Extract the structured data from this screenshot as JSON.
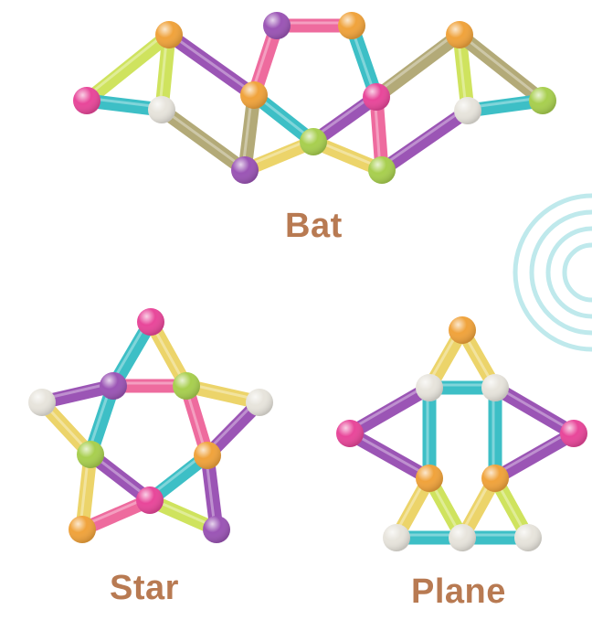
{
  "labels": {
    "bat": "Bat",
    "star": "Star",
    "plane": "Plane"
  },
  "colors": {
    "purple": "#9b55b5",
    "pink": "#ee6b9e",
    "cyan": "#3dbfc6",
    "lime": "#cfe35e",
    "yellow": "#ecd46a",
    "olive": "#b3aa78",
    "orange": "#f0a33c",
    "white": "#e7e4dc",
    "green": "#a8cf4f",
    "magenta": "#e8479a",
    "text": "#b87a52",
    "decor": "#bfe9ec"
  }
}
